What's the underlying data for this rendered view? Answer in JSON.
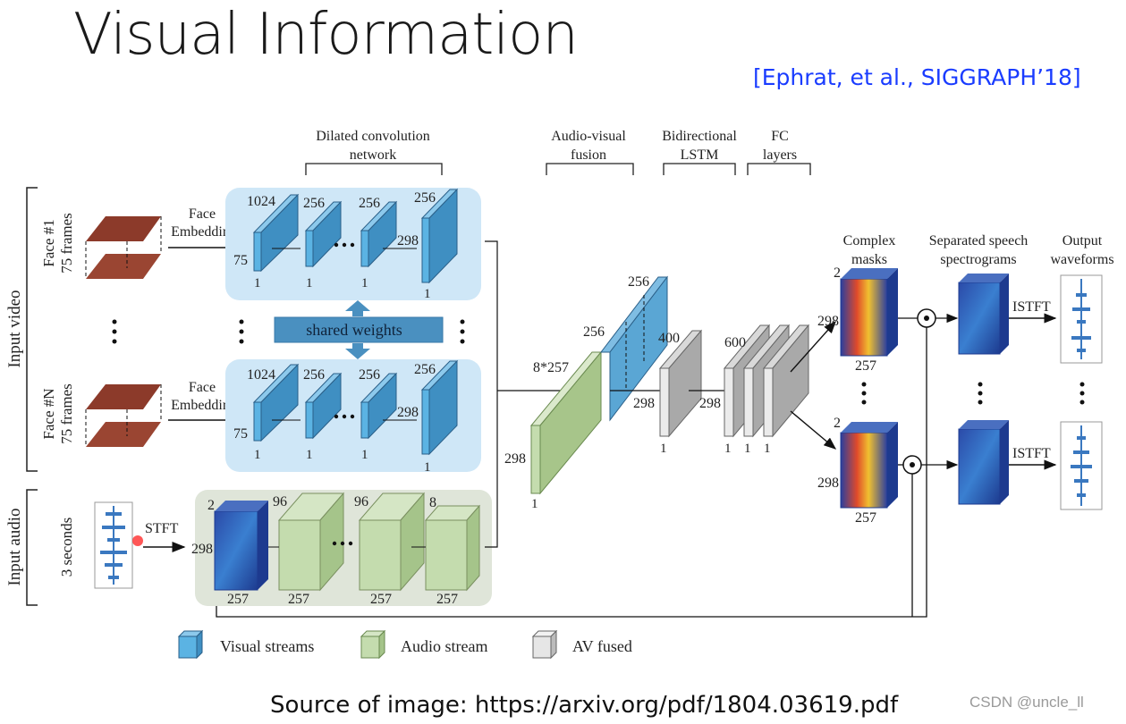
{
  "slide": {
    "title": "Visual Information",
    "citation": "[Ephrat, et al., SIGGRAPH’18]",
    "source": "Source of image: https://arxiv.org/pdf/1804.03619.pdf",
    "watermark": "CSDN @uncle_ll"
  },
  "diagram": {
    "stage_labels": {
      "dilated_line1": "Dilated convolution",
      "dilated_line2": "network",
      "fusion_line1": "Audio-visual",
      "fusion_line2": "fusion",
      "lstm_line1": "Bidirectional",
      "lstm_line2": "LSTM",
      "fc_line1": "FC",
      "fc_line2": "layers",
      "masks_line1": "Complex",
      "masks_line2": "masks",
      "spec_line1": "Separated speech",
      "spec_line2": "spectrograms",
      "out_line1": "Output",
      "out_line2": "waveforms"
    },
    "side_labels": {
      "input_video": "Input video",
      "input_audio": "Input audio",
      "face1_line1": "Face #1",
      "face1_line2": "75 frames",
      "faceN_line1": "Face #N",
      "faceN_line2": "75 frames",
      "audio_dur": "3 seconds"
    },
    "ops": {
      "face_embed_line1": "Face",
      "face_embed_line2": "Embedding",
      "shared_weights": "shared weights",
      "stft": "STFT",
      "istft": "ISTFT"
    },
    "dims": {
      "v1024": "1024",
      "v256": "256",
      "v298": "298",
      "v75": "75",
      "v1": "1",
      "a2": "2",
      "a96": "96",
      "a8": "8",
      "a257": "257",
      "f8x257": "8*257",
      "f400": "400",
      "f600": "600"
    },
    "legend": [
      {
        "label": "Visual streams",
        "color": "#5bb3e3"
      },
      {
        "label": "Audio stream",
        "color": "#c4dcae"
      },
      {
        "label": "AV fused",
        "color": "#e6e6e6"
      }
    ],
    "colors": {
      "visual_panel": "#cfe7f7",
      "audio_panel": "#dfe5d9",
      "visual_block": "#5bb3e3",
      "audio_block": "#c4dcae",
      "fused_block": "#d9d9d9",
      "shared_bar": "#4a90c0"
    }
  }
}
